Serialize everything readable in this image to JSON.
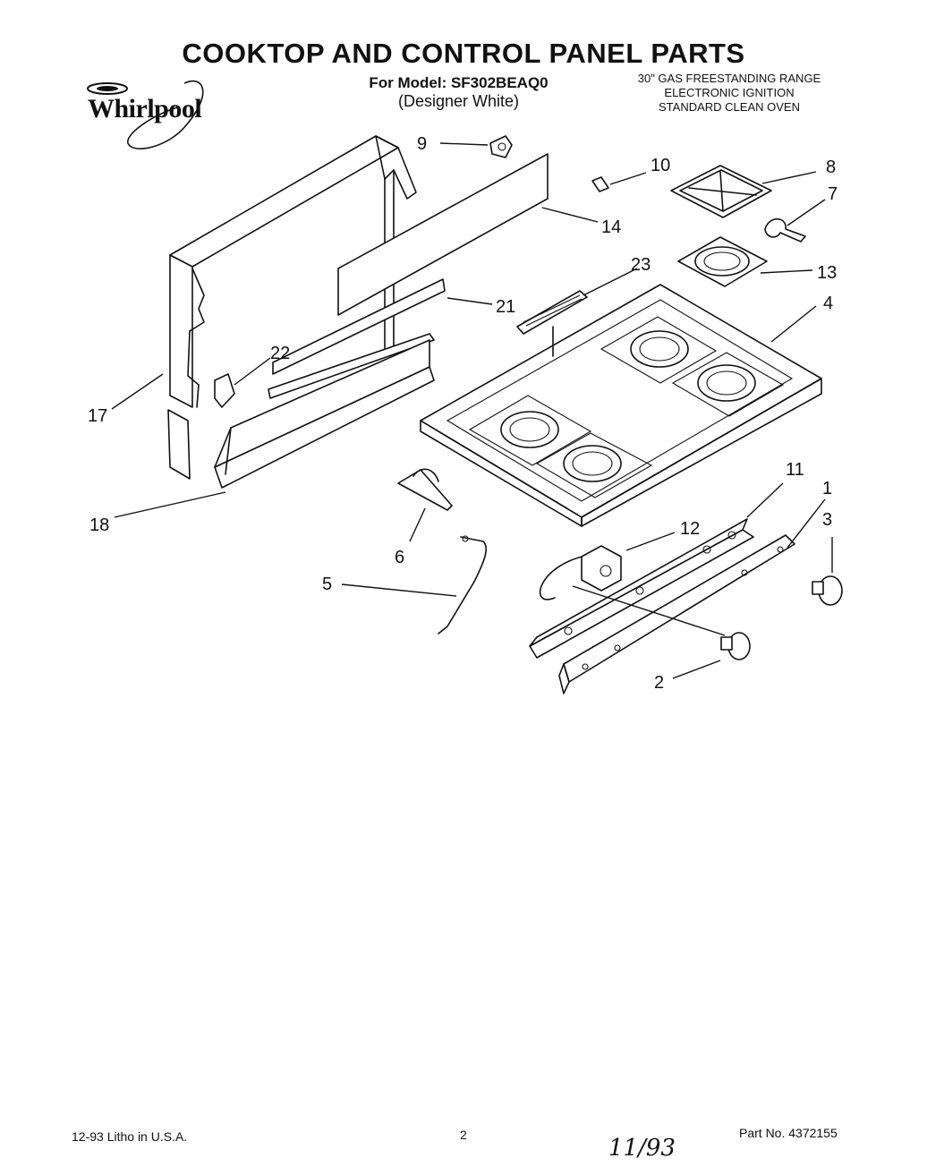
{
  "header": {
    "title": "COOKTOP AND CONTROL PANEL PARTS",
    "model_line": "For Model: SF302BEAQ0",
    "model_variant": "(Designer White)",
    "spec_lines": [
      "30\" GAS FREESTANDING RANGE",
      "ELECTRONIC IGNITION",
      "STANDARD CLEAN OVEN"
    ]
  },
  "brand": {
    "name": "Whirlpool"
  },
  "callouts": [
    "9",
    "10",
    "8",
    "7",
    "14",
    "13",
    "23",
    "4",
    "21",
    "22",
    "17",
    "18",
    "6",
    "11",
    "1",
    "3",
    "12",
    "5",
    "2"
  ],
  "footer": {
    "litho": "12-93 Litho in U.S.A.",
    "page": "2",
    "part_no": "Part No. 4372155",
    "handwritten": "11/93"
  }
}
